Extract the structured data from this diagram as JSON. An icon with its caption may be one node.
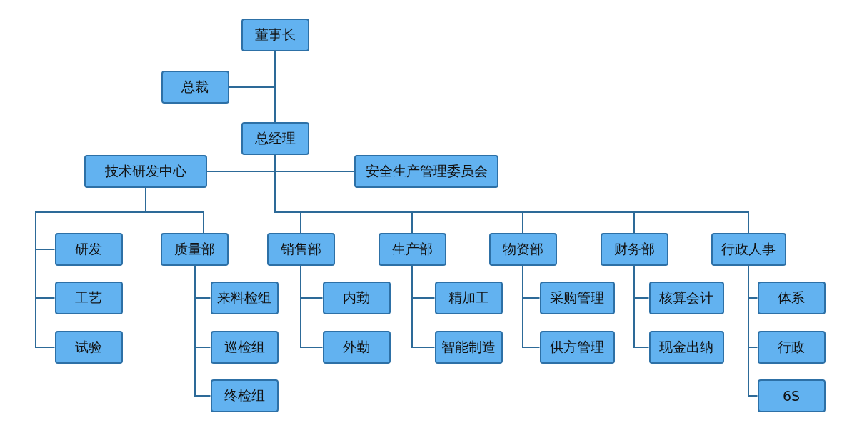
{
  "diagram": {
    "nodes": [
      {
        "text": [
          "董事长"
        ]
      },
      {
        "text": [
          "总裁"
        ]
      },
      {
        "text": [
          "总经理"
        ]
      },
      {
        "text": [
          "技术研发中心"
        ]
      },
      {
        "text": [
          "安全生产管理委员会"
        ]
      },
      {
        "text": [
          "研发"
        ]
      },
      {
        "text": [
          "工艺"
        ]
      },
      {
        "text": [
          "试验"
        ]
      },
      {
        "text": [
          "质量部"
        ]
      },
      {
        "text": [
          "来料检组"
        ]
      },
      {
        "text": [
          "巡检组"
        ]
      },
      {
        "text": [
          "终检组"
        ]
      },
      {
        "text": [
          "销售部"
        ]
      },
      {
        "text": [
          "内勤"
        ]
      },
      {
        "text": [
          "外勤"
        ]
      },
      {
        "text": [
          "生产部"
        ]
      },
      {
        "text": [
          "精加工"
        ]
      },
      {
        "text": [
          "智能制造"
        ]
      },
      {
        "text": [
          "物资部"
        ]
      },
      {
        "text": [
          "采购管理"
        ]
      },
      {
        "text": [
          "供方管理"
        ]
      },
      {
        "text": [
          "财务部"
        ]
      },
      {
        "text": [
          "核算会计"
        ]
      },
      {
        "text": [
          "现金出纳"
        ]
      },
      {
        "text": [
          "行政人事"
        ]
      },
      {
        "text": [
          "体系"
        ]
      },
      {
        "text": [
          "行政"
        ]
      },
      {
        "text": [
          "6S"
        ]
      }
    ],
    "edges": [
      {
        "from": 0,
        "to": 2,
        "arrow": "none"
      },
      {
        "from": 0,
        "to": 1,
        "arrow": "none"
      },
      {
        "from": 2,
        "to": 3,
        "arrow": "none"
      },
      {
        "from": 2,
        "to": 4,
        "arrow": "none"
      },
      {
        "from": 2,
        "to": 12,
        "arrow": "none"
      },
      {
        "from": 2,
        "to": 15,
        "arrow": "none"
      },
      {
        "from": 2,
        "to": 18,
        "arrow": "none"
      },
      {
        "from": 2,
        "to": 21,
        "arrow": "none"
      },
      {
        "from": 2,
        "to": 24,
        "arrow": "none"
      },
      {
        "from": 3,
        "to": 5,
        "arrow": "none"
      },
      {
        "from": 3,
        "to": 6,
        "arrow": "none"
      },
      {
        "from": 3,
        "to": 7,
        "arrow": "none"
      },
      {
        "from": 3,
        "to": 8,
        "arrow": "none"
      },
      {
        "from": 8,
        "to": 9,
        "arrow": "none"
      },
      {
        "from": 8,
        "to": 10,
        "arrow": "none"
      },
      {
        "from": 8,
        "to": 11,
        "arrow": "none"
      },
      {
        "from": 12,
        "to": 13,
        "arrow": "none"
      },
      {
        "from": 12,
        "to": 14,
        "arrow": "none"
      },
      {
        "from": 15,
        "to": 16,
        "arrow": "none"
      },
      {
        "from": 15,
        "to": 17,
        "arrow": "none"
      },
      {
        "from": 18,
        "to": 19,
        "arrow": "none"
      },
      {
        "from": 18,
        "to": 20,
        "arrow": "none"
      },
      {
        "from": 21,
        "to": 22,
        "arrow": "none"
      },
      {
        "from": 21,
        "to": 23,
        "arrow": "none"
      },
      {
        "from": 24,
        "to": 25,
        "arrow": "none"
      },
      {
        "from": 24,
        "to": 26,
        "arrow": "none"
      },
      {
        "from": 24,
        "to": 27,
        "arrow": "none"
      }
    ]
  }
}
